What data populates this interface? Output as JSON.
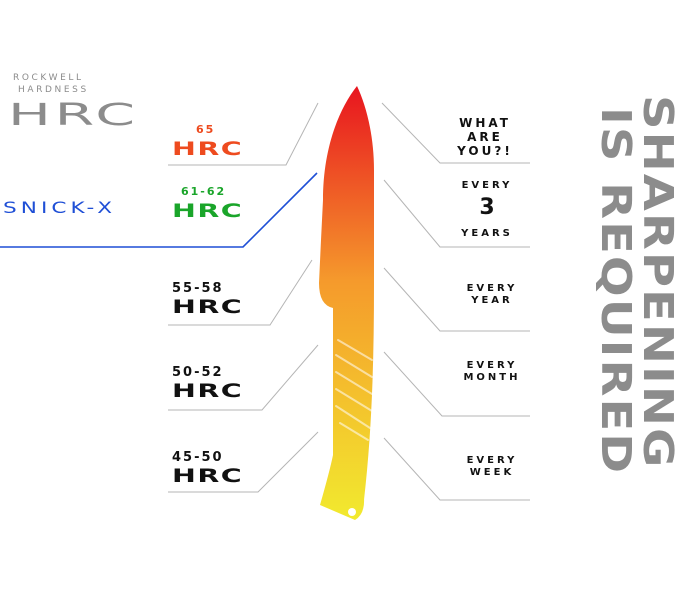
{
  "header": {
    "line1": "ROCKWELL",
    "line2": "HARDNESS",
    "big": "HRC"
  },
  "brand": {
    "label": "SNICK-X",
    "color": "#1f4fd6"
  },
  "left_levels": [
    {
      "top": "65",
      "bottom": "HRC",
      "color": "#ee4b1f"
    },
    {
      "top": "61-62",
      "bottom": "HRC",
      "color": "#1aa52a"
    },
    {
      "top": "55-58",
      "bottom": "HRC",
      "color": "#111111"
    },
    {
      "top": "50-52",
      "bottom": "HRC",
      "color": "#111111"
    },
    {
      "top": "45-50",
      "bottom": "HRC",
      "color": "#111111"
    }
  ],
  "right_labels": [
    {
      "lines": [
        "WHAT",
        "ARE",
        "YOU?!"
      ]
    },
    {
      "top": "EVERY",
      "big": "3",
      "bottom": "YEARS"
    },
    {
      "lines": [
        "EVERY",
        "YEAR"
      ]
    },
    {
      "lines": [
        "EVERY",
        "MONTH"
      ]
    },
    {
      "lines": [
        "EVERY",
        "WEEK"
      ]
    }
  ],
  "vertical_text": {
    "line1": "SHARPENING",
    "line2": "IS REQUIRED"
  },
  "colors": {
    "knife_top": "#e8141f",
    "knife_mid": "#f59a2c",
    "knife_bottom": "#f2ea2e",
    "leader_gray": "#b5b5b5"
  }
}
